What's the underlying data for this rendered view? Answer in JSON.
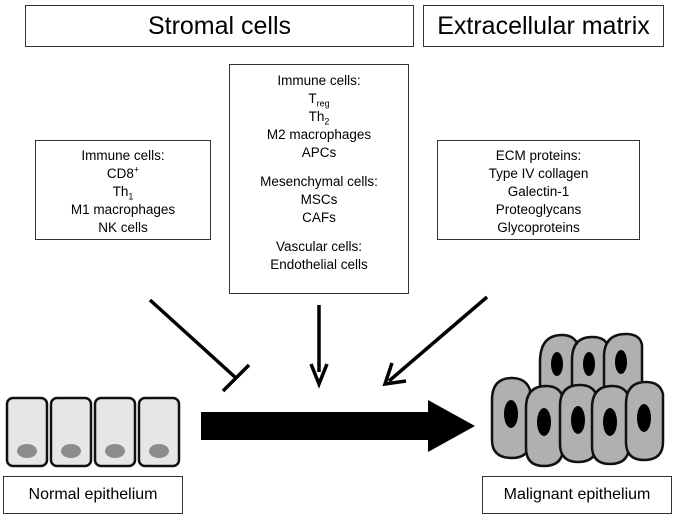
{
  "headers": {
    "stromal": "Stromal cells",
    "ecm": "Extracellular matrix"
  },
  "left_box": {
    "title": "Immune cells:",
    "items": [
      {
        "base": "CD8",
        "sup": "+"
      },
      {
        "base": "Th",
        "sub": "1"
      },
      {
        "base": "M1 macrophages"
      },
      {
        "base": "NK cells"
      }
    ]
  },
  "center_box": {
    "immune_title": "Immune cells:",
    "immune_items": [
      {
        "base": "T",
        "sub": "reg"
      },
      {
        "base": "Th",
        "sub": "2"
      },
      {
        "base": "M2 macrophages"
      },
      {
        "base": "APCs"
      }
    ],
    "mesenchymal_title": "Mesenchymal cells:",
    "mesenchymal_items": [
      "MSCs",
      "CAFs"
    ],
    "vascular_title": "Vascular cells:",
    "vascular_items": [
      "Endothelial cells"
    ]
  },
  "right_box": {
    "title": "ECM proteins:",
    "items": [
      "Type IV collagen",
      "Galectin-1",
      "Proteoglycans",
      "Glycoproteins"
    ]
  },
  "labels": {
    "normal": "Normal epithelium",
    "malignant": "Malignant epithelium"
  },
  "colors": {
    "cell_fill": "#e6e6e6",
    "nucleus_normal": "#8c8c8c",
    "malignant_fill": "#b0b0b0",
    "nucleus_malignant": "#000000"
  }
}
